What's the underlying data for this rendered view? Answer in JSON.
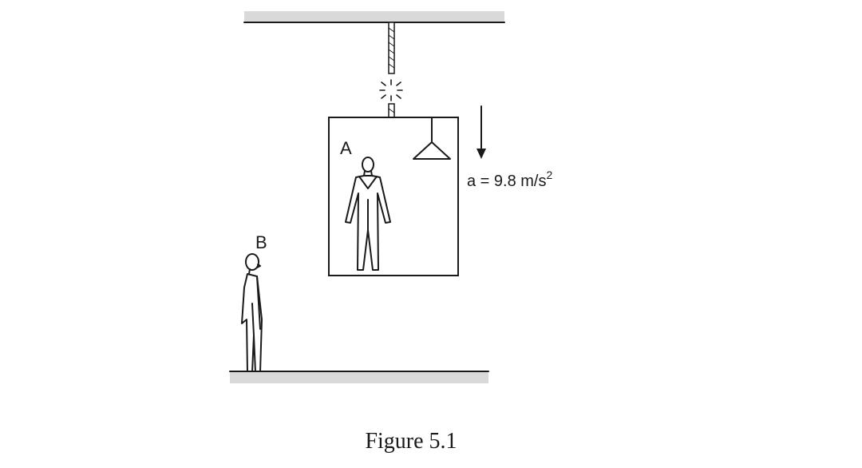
{
  "diagram": {
    "observer_inside_label": "A",
    "observer_outside_label": "B",
    "acceleration_text": "a = 9.8 m/s",
    "acceleration_exponent": "2",
    "caption": "Figure 5.1"
  },
  "colors": {
    "ink": "#1a1a1a",
    "ceiling_floor_gray": "#d9d9d9"
  }
}
